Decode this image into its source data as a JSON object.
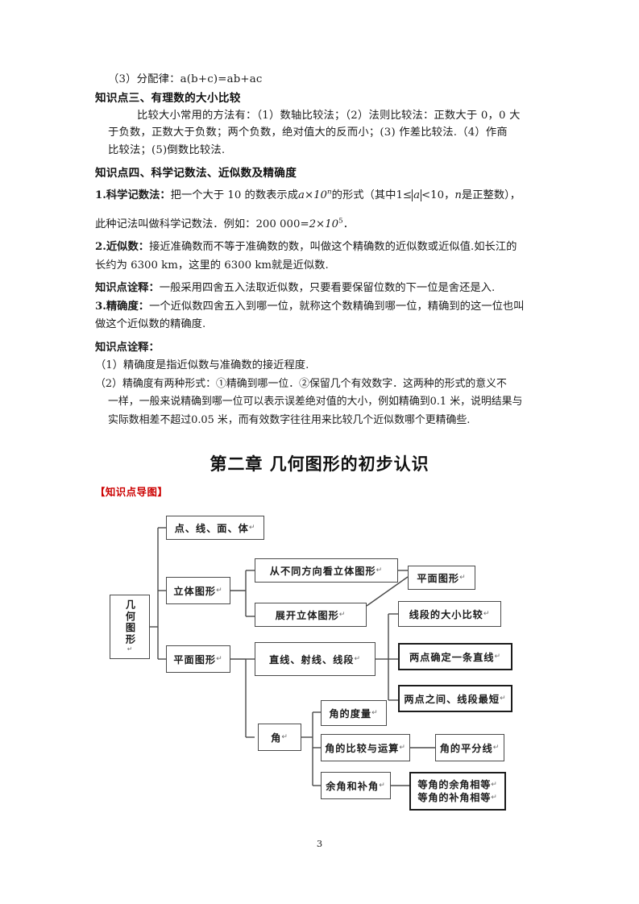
{
  "document": {
    "page_number": "3"
  },
  "section_distributive": {
    "line": "（3）分配律：a(b+c)=ab+ac"
  },
  "kp3": {
    "heading": "知识点三、有理数的大小比较",
    "body_line1": "比较大小常用的方法有：（1）数轴比较法；（2）法则比较法：正数大于 0，0 大",
    "body_line2": "于负数，正数大于负数；两个负数，绝对值大的反而小；(3) 作差比较法.（4）作商",
    "body_line3": "比较法；(5)倒数比较法."
  },
  "kp4": {
    "heading": "知识点四、科学记数法、近似数及精确度",
    "item1_label": "1.科学记数法：",
    "item1_text_a": "把一个大于 10 的数表示成",
    "item1_formula_a": "a×10",
    "item1_formula_a_exp": "n",
    "item1_text_b": "的形式（其中",
    "item1_ineq_left": "1≤",
    "item1_abs": "a",
    "item1_ineq_right": "<10",
    "item1_text_c": "，",
    "item1_var_n": "n",
    "item1_text_d": "是正整数），",
    "item1_line2_a": "此种记法叫做科学记数法．例如：200  000=",
    "item1_line2_formula": "2×10",
    "item1_line2_exp": "5",
    "item1_line2_b": "．",
    "item2_label": "2.近似数：",
    "item2_line1": "接近准确数而不等于准确数的数，叫做这个精确数的近似数或近似值.如长江的",
    "item2_line2": "长约为 6300 km，这里的 6300 km就是近似数.",
    "note1_label": "知识点诠释：",
    "note1_text": "一般采用四舍五入法取近似数，只要看要保留位数的下一位是舍还是入.",
    "item3_label": "3.精确度：",
    "item3_line1": "一个近似数四舍五入到哪一位，就称这个数精确到哪一位，精确到的这一位也叫",
    "item3_line2": "做这个近似数的精确度.",
    "note2_label": "知识点诠释：",
    "note2_item1": "（1）精确度是指近似数与准确数的接近程度.",
    "note2_item2_line1": "（2）精确度有两种形式：①精确到哪一位．②保留几个有效数字．这两种的形式的意义不",
    "note2_item2_line2": "一样，一般来说精确到哪一位可以表示误差绝对值的大小，例如精确到0.1 米，说明结果与",
    "note2_item2_line3": "实际数相差不超过0.05 米，而有效数字往往用来比较几个近似数哪个更精确些."
  },
  "chapter2": {
    "title": "第二章  几何图形的初步认识",
    "mindmap_tag": "【知识点导图】",
    "tag_color": "#CC0000"
  },
  "mindmap": {
    "nodes": [
      {
        "id": "root",
        "label": "几何图形",
        "pilcrow": true
      },
      {
        "id": "dxmt",
        "label": "点、线、面、体",
        "pilcrow": true
      },
      {
        "id": "solid",
        "label": "立体图形",
        "pilcrow": true
      },
      {
        "id": "viewsolid",
        "label": "从不同方向看立体图形",
        "pilcrow": true
      },
      {
        "id": "unfold",
        "label": "展开立体图形",
        "pilcrow": true
      },
      {
        "id": "planar_r",
        "label": "平面图形",
        "pilcrow": true
      },
      {
        "id": "planar",
        "label": "平面图形",
        "pilcrow": true
      },
      {
        "id": "lines",
        "label": "直线、射线、线段",
        "pilcrow": true
      },
      {
        "id": "segcmp",
        "label": "线段的大小比较",
        "pilcrow": true
      },
      {
        "id": "twopoints",
        "label": "两点确定一条直线",
        "pilcrow": true,
        "bold_border": true
      },
      {
        "id": "shortest",
        "label": "两点之间、线段最短",
        "pilcrow": true,
        "bold_border": true
      },
      {
        "id": "angle",
        "label": "角",
        "pilcrow": true
      },
      {
        "id": "anglemeas",
        "label": "角的度量",
        "pilcrow": true
      },
      {
        "id": "anglecmp",
        "label": "角的比较与运算",
        "pilcrow": true
      },
      {
        "id": "bisector",
        "label": "角的平分线",
        "pilcrow": true
      },
      {
        "id": "compsupp",
        "label": "余角和补角",
        "pilcrow": true
      },
      {
        "id": "equal1",
        "label": "等角的余角相等",
        "pilcrow": true,
        "bold_border": true
      },
      {
        "id": "equal2",
        "label": "等角的补角相等",
        "pilcrow": true,
        "bold_border": true
      }
    ]
  }
}
